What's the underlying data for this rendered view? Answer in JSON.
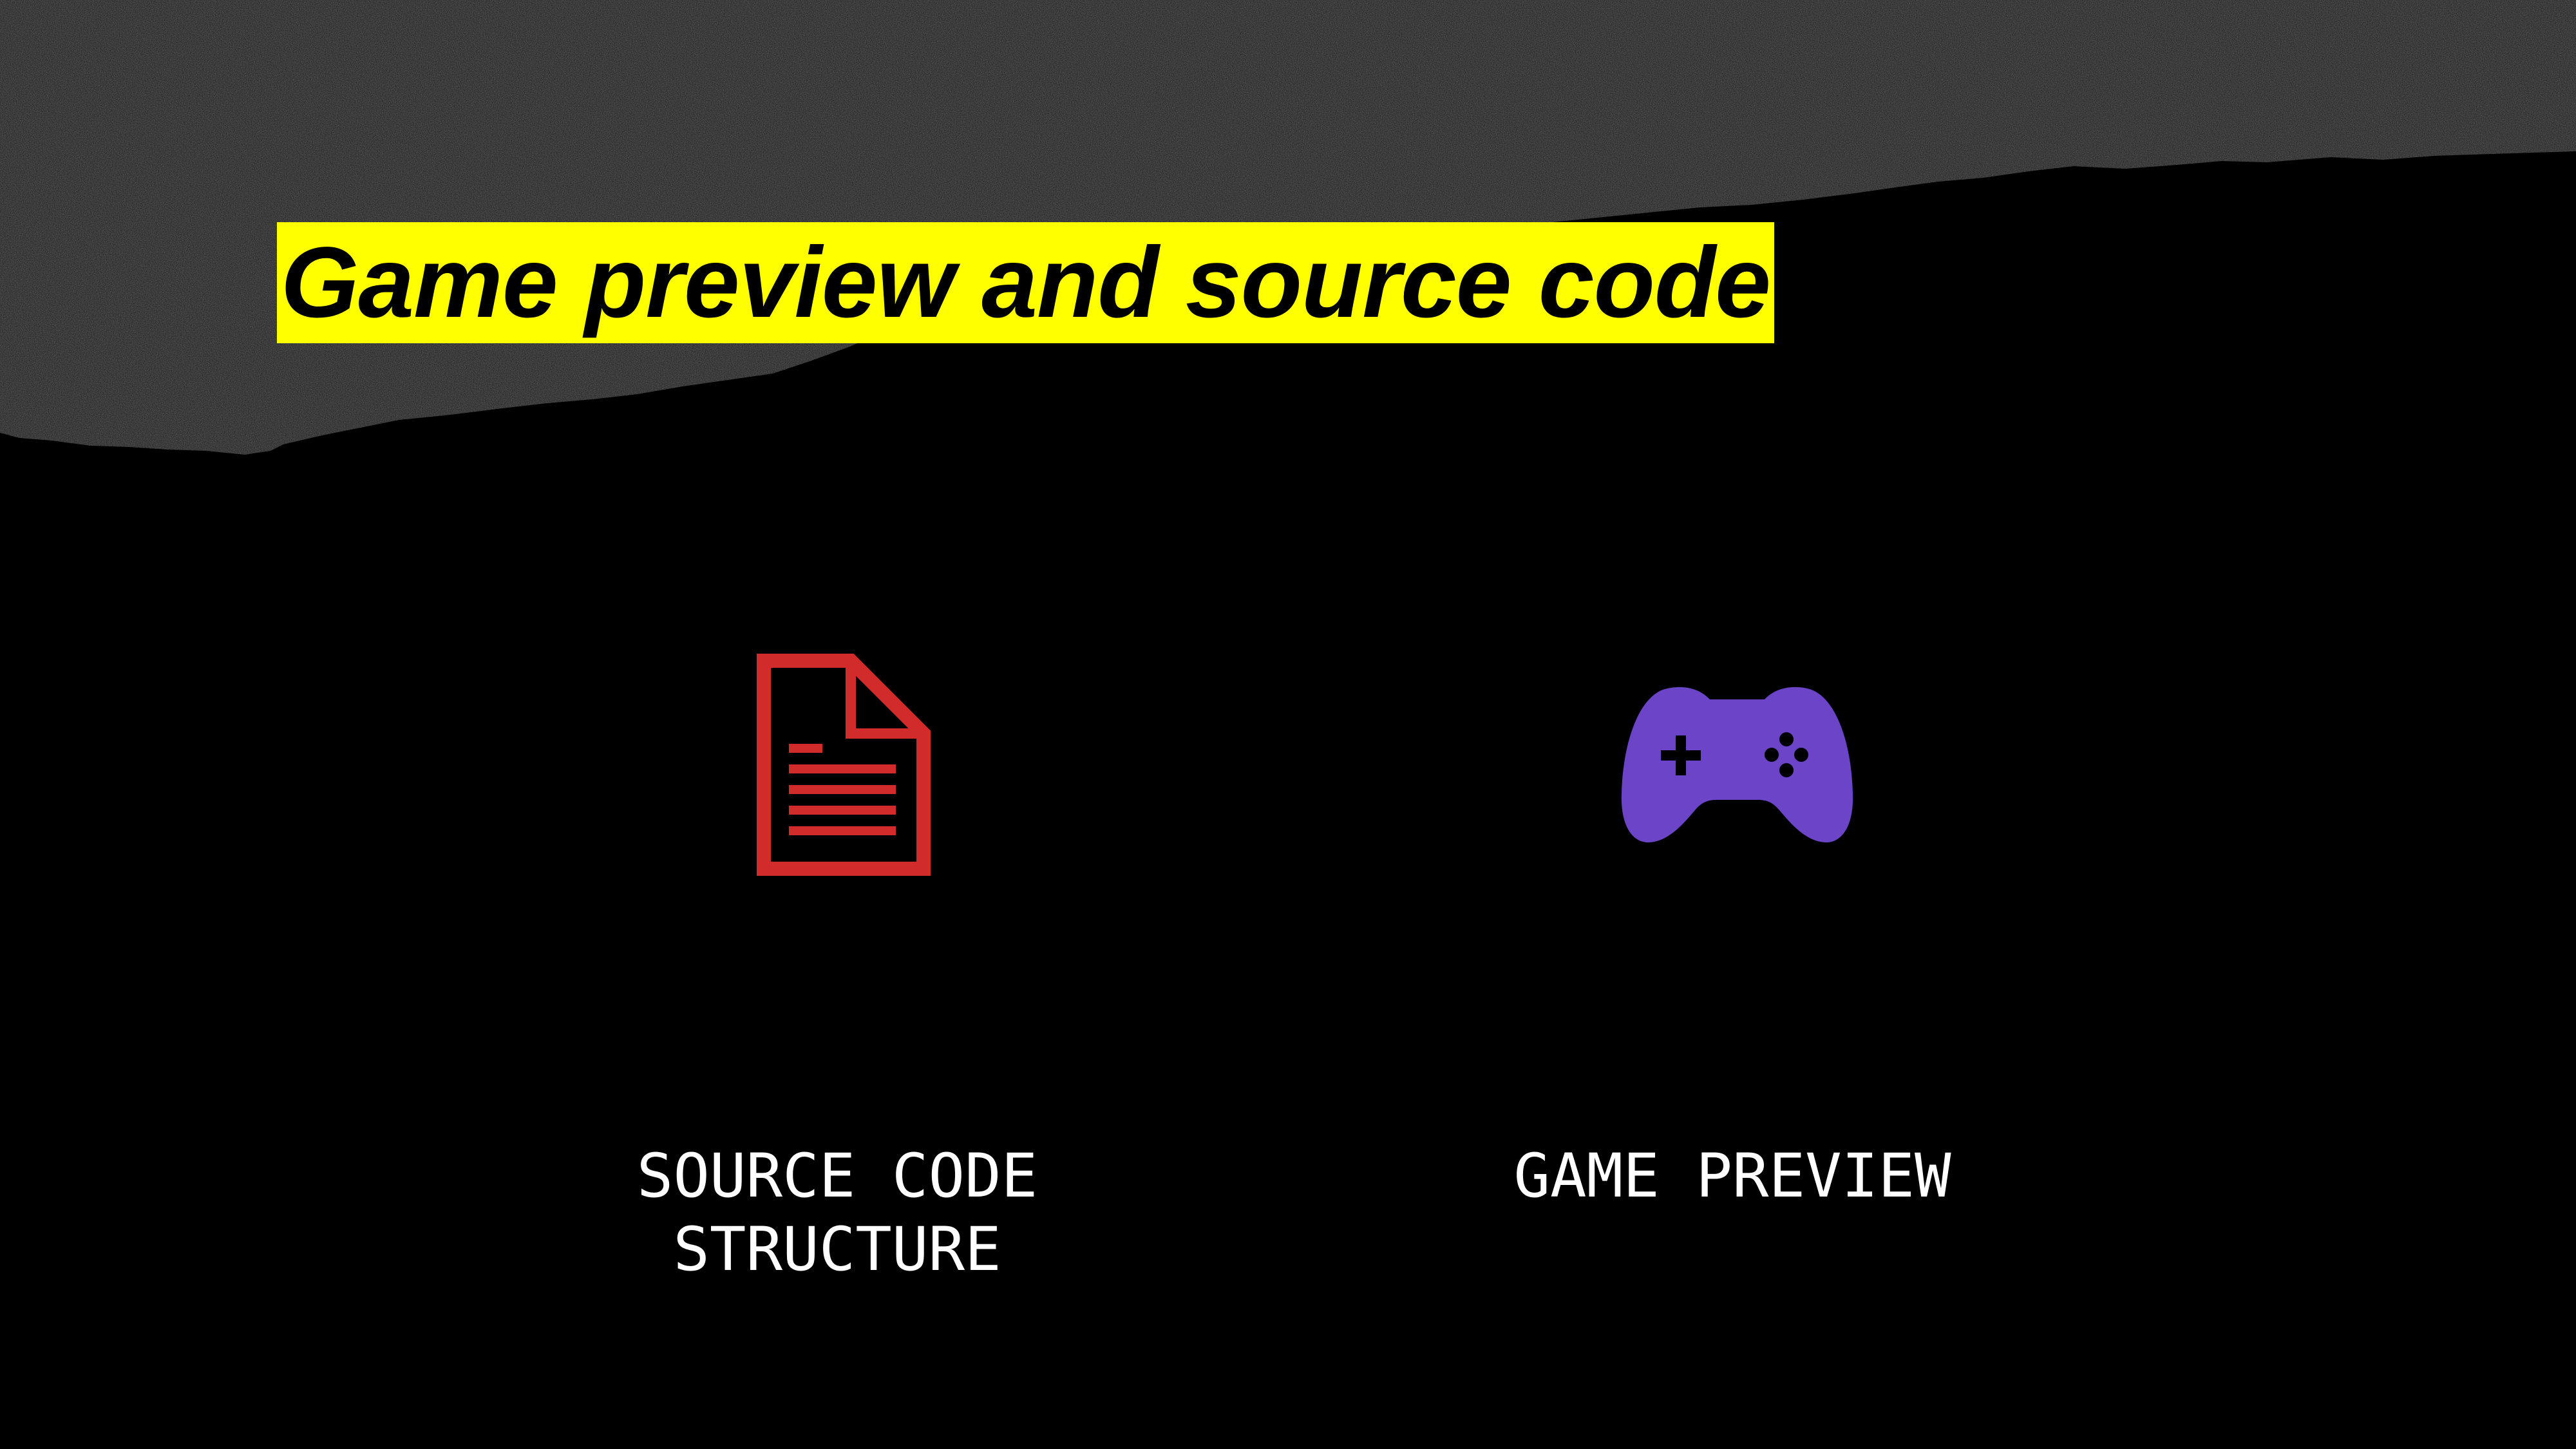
{
  "slide": {
    "title": "Game preview and source code",
    "colors": {
      "background": "#000000",
      "texture": "#2a2a2a",
      "title_highlight": "#ffff00",
      "title_text": "#000000",
      "label_text": "#ffffff"
    },
    "items": [
      {
        "icon": "document-icon",
        "icon_color": "#d12b2b",
        "label_lines": [
          "SOURCE CODE",
          "STRUCTURE"
        ]
      },
      {
        "icon": "gamepad-icon",
        "icon_color": "#6b44c8",
        "label_lines": [
          "GAME PREVIEW"
        ]
      }
    ]
  }
}
